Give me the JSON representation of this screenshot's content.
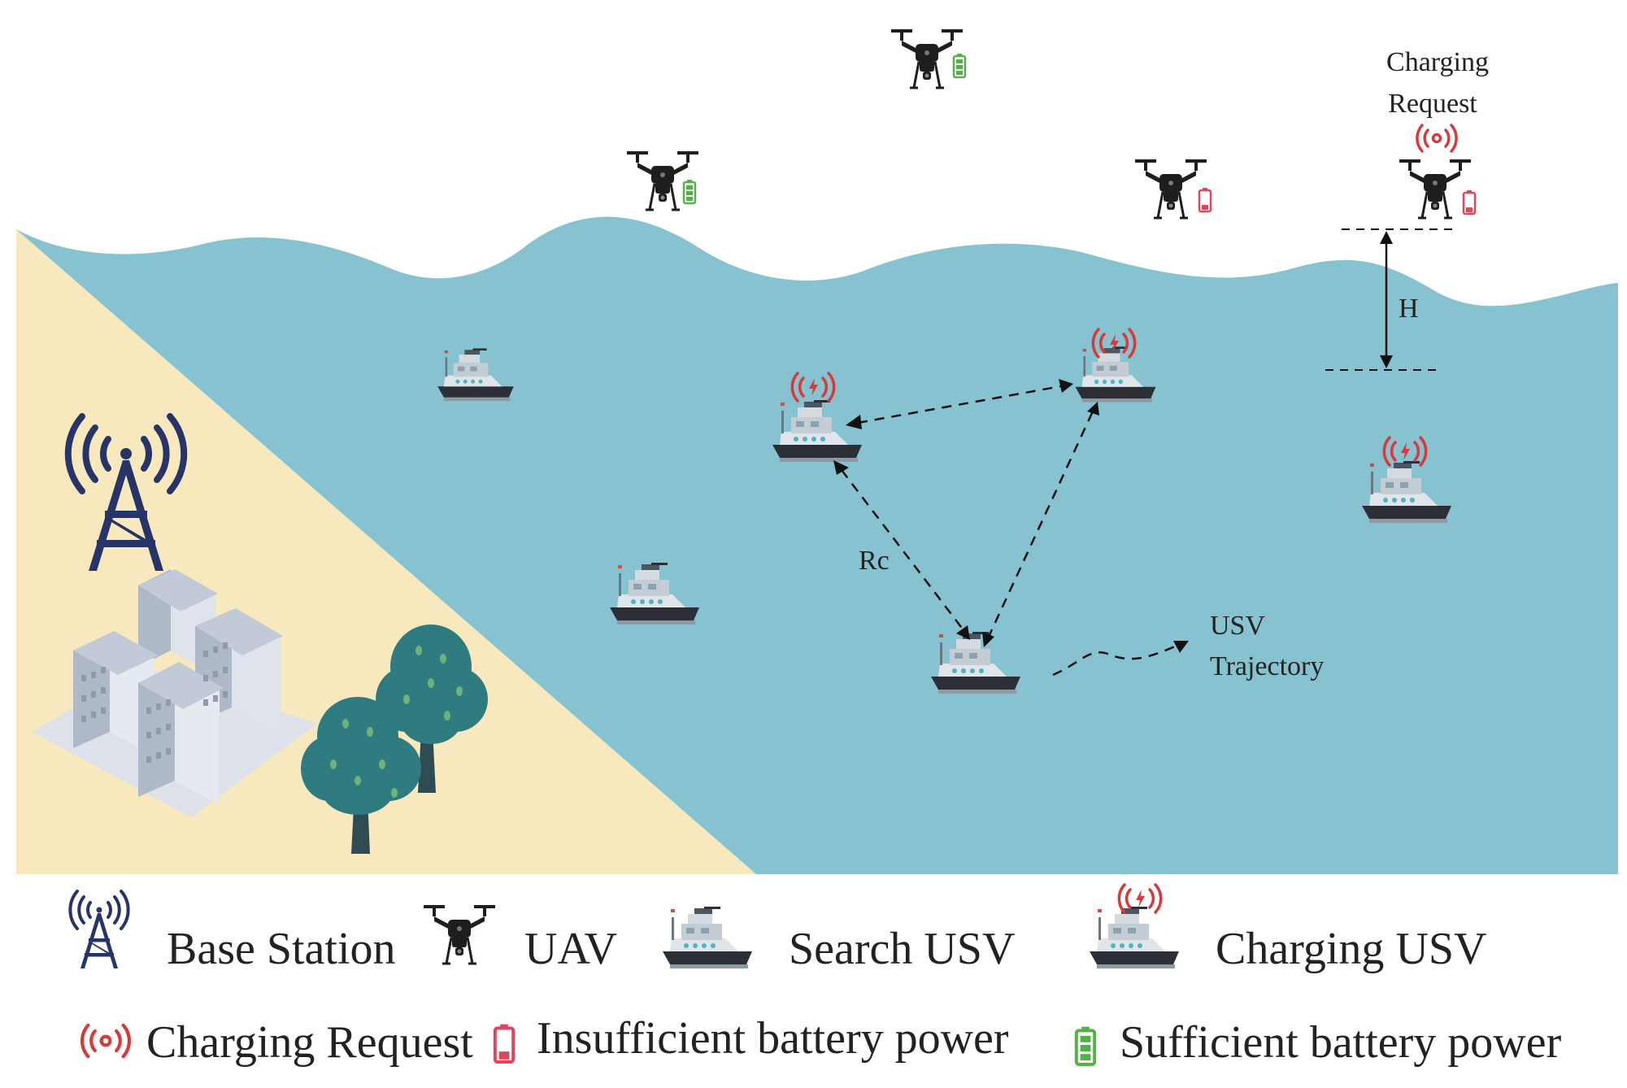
{
  "colors": {
    "sea": "#86c2cf",
    "land": "#f7e8bd",
    "tower": "#273468",
    "request_red": "#d63a3a",
    "battery_low": "#e1455a",
    "battery_ok": "#53b246",
    "ship_hull": "#2c3036",
    "ship_cabin": "#c4cdd3",
    "drone": "#1e1e1e",
    "building": "#c9d1dc",
    "tree": "#2f7c80"
  },
  "diagram": {
    "charging_request_label_line1": "Charging",
    "charging_request_label_line2": "Request",
    "height_label": "H",
    "range_label": "Rc",
    "trajectory_label_line1": "USV",
    "trajectory_label_line2": "Trajectory"
  },
  "legend": {
    "row1": [
      {
        "icon": "tower-icon",
        "label": "Base Station"
      },
      {
        "icon": "drone-icon",
        "label": "UAV"
      },
      {
        "icon": "ship-icon",
        "label": "Search USV"
      },
      {
        "icon": "charging-ship-icon",
        "label": "Charging USV"
      }
    ],
    "row2": [
      {
        "icon": "signal-icon",
        "label": "Charging Request"
      },
      {
        "icon": "battery-low-icon",
        "label": "Insufficient battery power"
      },
      {
        "icon": "battery-full-icon",
        "label": "Sufficient battery power"
      }
    ]
  }
}
